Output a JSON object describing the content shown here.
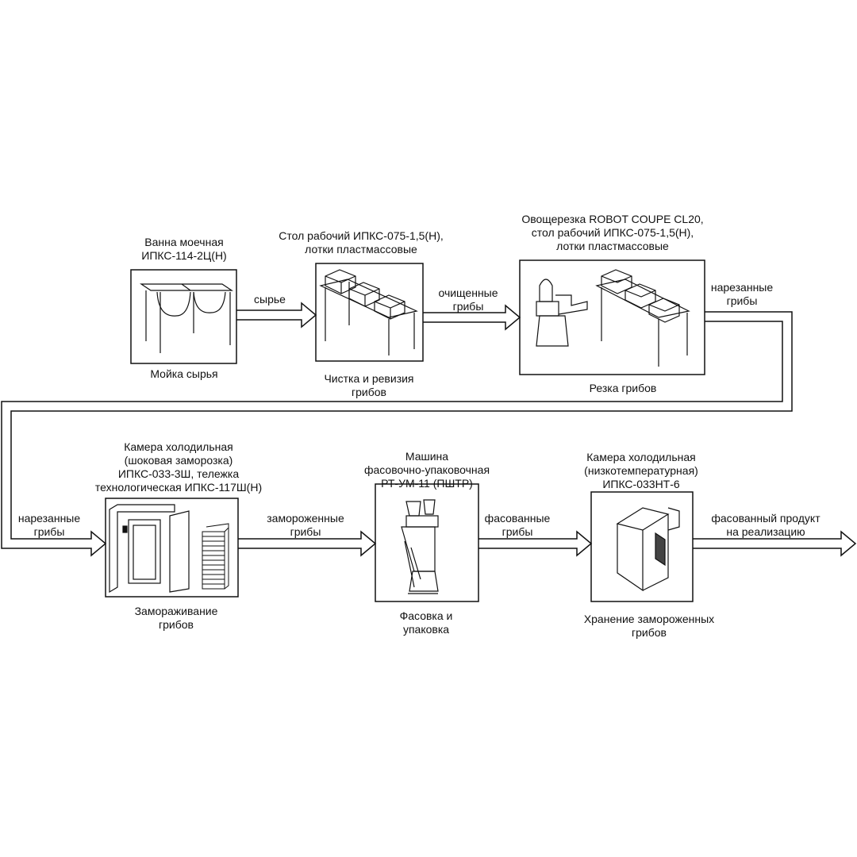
{
  "steps": [
    {
      "equipment": [
        "Ванна моечная",
        "ИПКС-114-2Ц(Н)"
      ],
      "process": [
        "Мойка сырья"
      ]
    },
    {
      "equipment": [
        "Стол рабочий ИПКС-075-1,5(Н),",
        "лотки пластмассовые"
      ],
      "process": [
        "Чистка и ревизия",
        "грибов"
      ]
    },
    {
      "equipment": [
        "Овощерезка ROBOT COUPE CL20,",
        "стол рабочий ИПКС-075-1,5(Н),",
        "лотки пластмассовые"
      ],
      "process": [
        "Резка грибов"
      ]
    },
    {
      "equipment": [
        "Камера холодильная",
        "(шоковая заморозка)",
        "ИПКС-033-3Ш, тележка",
        "технологическая ИПКС-117Ш(Н)"
      ],
      "process": [
        "Замораживание",
        "грибов"
      ]
    },
    {
      "equipment": [
        "Машина",
        "фасовочно-упаковочная",
        "РТ-УМ-11 (ПШТР)"
      ],
      "process": [
        "Фасовка и",
        "упаковка"
      ]
    },
    {
      "equipment": [
        "Камера холодильная",
        "(низкотемпературная)",
        "ИПКС-033НТ-6"
      ],
      "process": [
        "Хранение замороженных",
        "грибов"
      ]
    }
  ],
  "flows": [
    [
      "сырье"
    ],
    [
      "очищенные",
      "грибы"
    ],
    [
      "нарезанные",
      "грибы"
    ],
    [
      "нарезанные",
      "грибы"
    ],
    [
      "замороженные",
      "грибы"
    ],
    [
      "фасованные",
      "грибы"
    ],
    [
      "фасованный продукт",
      "на реализацию"
    ]
  ]
}
